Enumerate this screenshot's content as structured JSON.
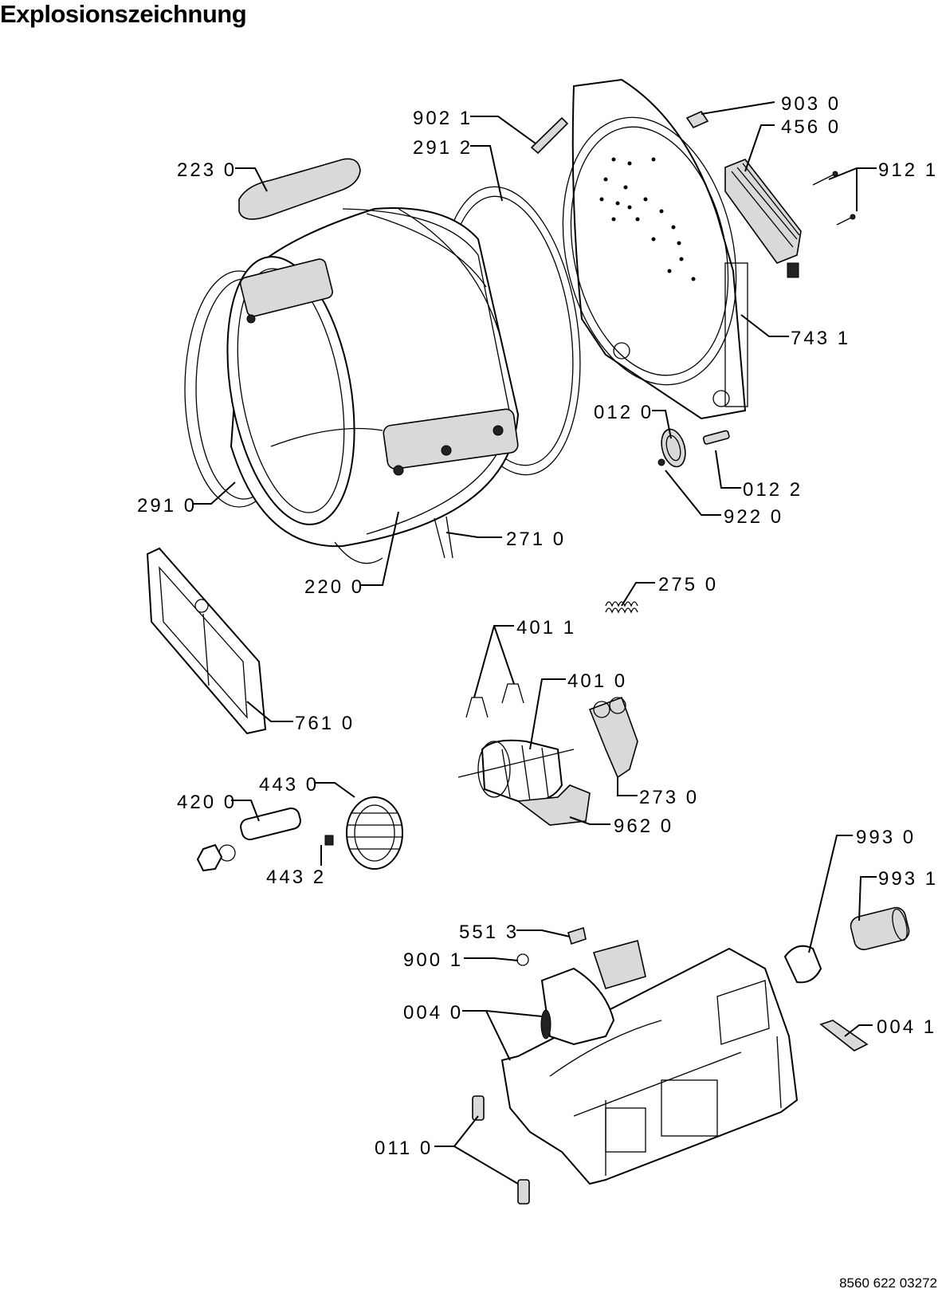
{
  "title": "Explosionszeichnung",
  "document_number": "8560 622 03272",
  "callouts": [
    {
      "id": "c-902-1",
      "label": "902 1"
    },
    {
      "id": "c-903-0",
      "label": "903 0"
    },
    {
      "id": "c-456-0",
      "label": "456 0"
    },
    {
      "id": "c-912-1",
      "label": "912 1"
    },
    {
      "id": "c-291-2",
      "label": "291 2"
    },
    {
      "id": "c-223-0",
      "label": "223 0"
    },
    {
      "id": "c-743-1",
      "label": "743 1"
    },
    {
      "id": "c-012-0",
      "label": "012 0"
    },
    {
      "id": "c-012-2",
      "label": "012 2"
    },
    {
      "id": "c-922-0",
      "label": "922 0"
    },
    {
      "id": "c-291-0",
      "label": "291 0"
    },
    {
      "id": "c-271-0",
      "label": "271 0"
    },
    {
      "id": "c-220-0",
      "label": "220 0"
    },
    {
      "id": "c-275-0",
      "label": "275 0"
    },
    {
      "id": "c-401-1",
      "label": "401 1"
    },
    {
      "id": "c-401-0",
      "label": "401 0"
    },
    {
      "id": "c-761-0",
      "label": "761 0"
    },
    {
      "id": "c-273-0",
      "label": "273 0"
    },
    {
      "id": "c-443-0",
      "label": "443 0"
    },
    {
      "id": "c-420-0",
      "label": "420 0"
    },
    {
      "id": "c-962-0",
      "label": "962 0"
    },
    {
      "id": "c-443-2",
      "label": "443 2"
    },
    {
      "id": "c-993-0",
      "label": "993 0"
    },
    {
      "id": "c-993-1",
      "label": "993 1"
    },
    {
      "id": "c-551-3",
      "label": "551 3"
    },
    {
      "id": "c-900-1",
      "label": "900 1"
    },
    {
      "id": "c-004-0",
      "label": "004 0"
    },
    {
      "id": "c-004-1",
      "label": "004 1"
    },
    {
      "id": "c-011-0",
      "label": "011 0"
    }
  ]
}
